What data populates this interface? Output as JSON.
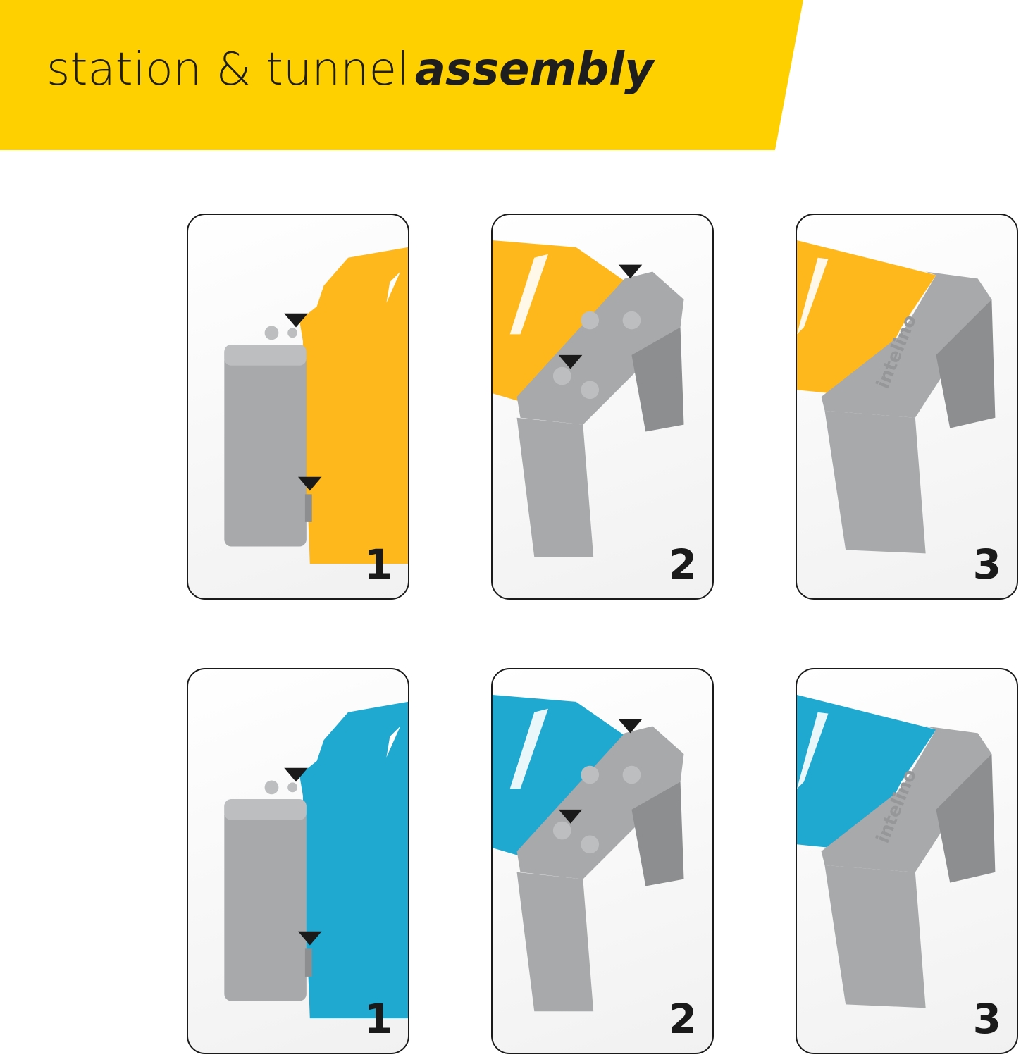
{
  "header": {
    "title_light": "station & tunnel",
    "title_bold": "assembly",
    "banner_color": "#FFD000"
  },
  "brand_emboss": "intelino",
  "rows": [
    {
      "tunnel_color": "#FFB81C",
      "tunnel_shade": "#E89A00",
      "steps": [
        {
          "number": "1"
        },
        {
          "number": "2"
        },
        {
          "number": "3"
        }
      ]
    },
    {
      "tunnel_color": "#1FA8D0",
      "tunnel_shade": "#1287AE",
      "steps": [
        {
          "number": "1"
        },
        {
          "number": "2"
        },
        {
          "number": "3"
        }
      ]
    }
  ],
  "colors": {
    "part_gray": "#A7A9AB",
    "part_dark": "#8C8E90",
    "arrow": "#1a1a1a"
  }
}
